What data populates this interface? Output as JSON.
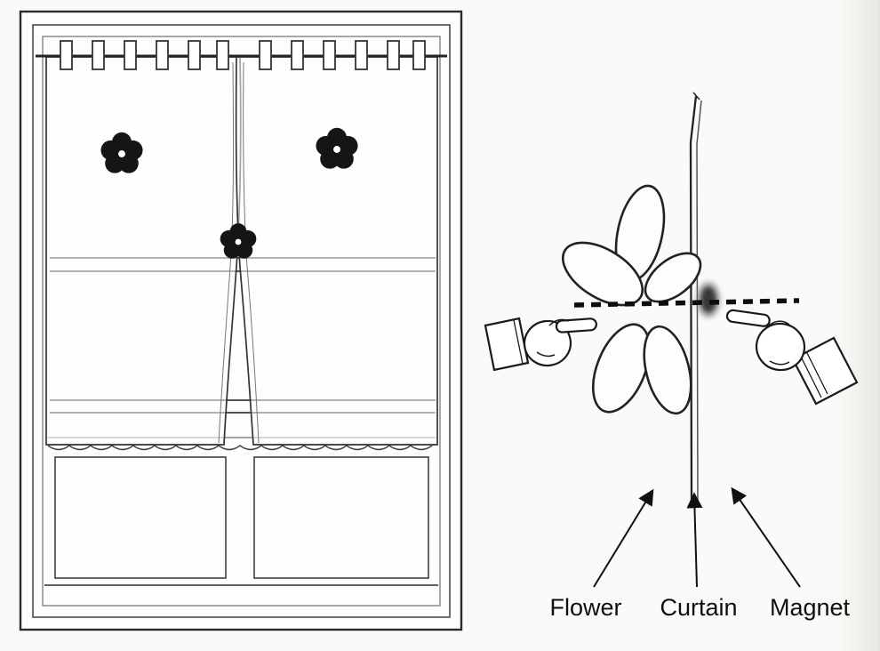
{
  "figure": {
    "title_hint": "curtain-with-magnetic-flower-diagram",
    "labels": {
      "flower": "Flower",
      "curtain": "Curtain",
      "magnet": "Magnet"
    },
    "colors": {
      "ink": "#1a1a1a",
      "background": "#fbfaf8",
      "flower_motif": "#151515",
      "magnet": "#2b2b2b"
    },
    "icons": {
      "left_hand": "pointing-hand-icon",
      "right_hand": "pointing-hand-icon",
      "flower_motif": "flower-motif-icon",
      "magnet": "magnet-blob-icon"
    }
  }
}
